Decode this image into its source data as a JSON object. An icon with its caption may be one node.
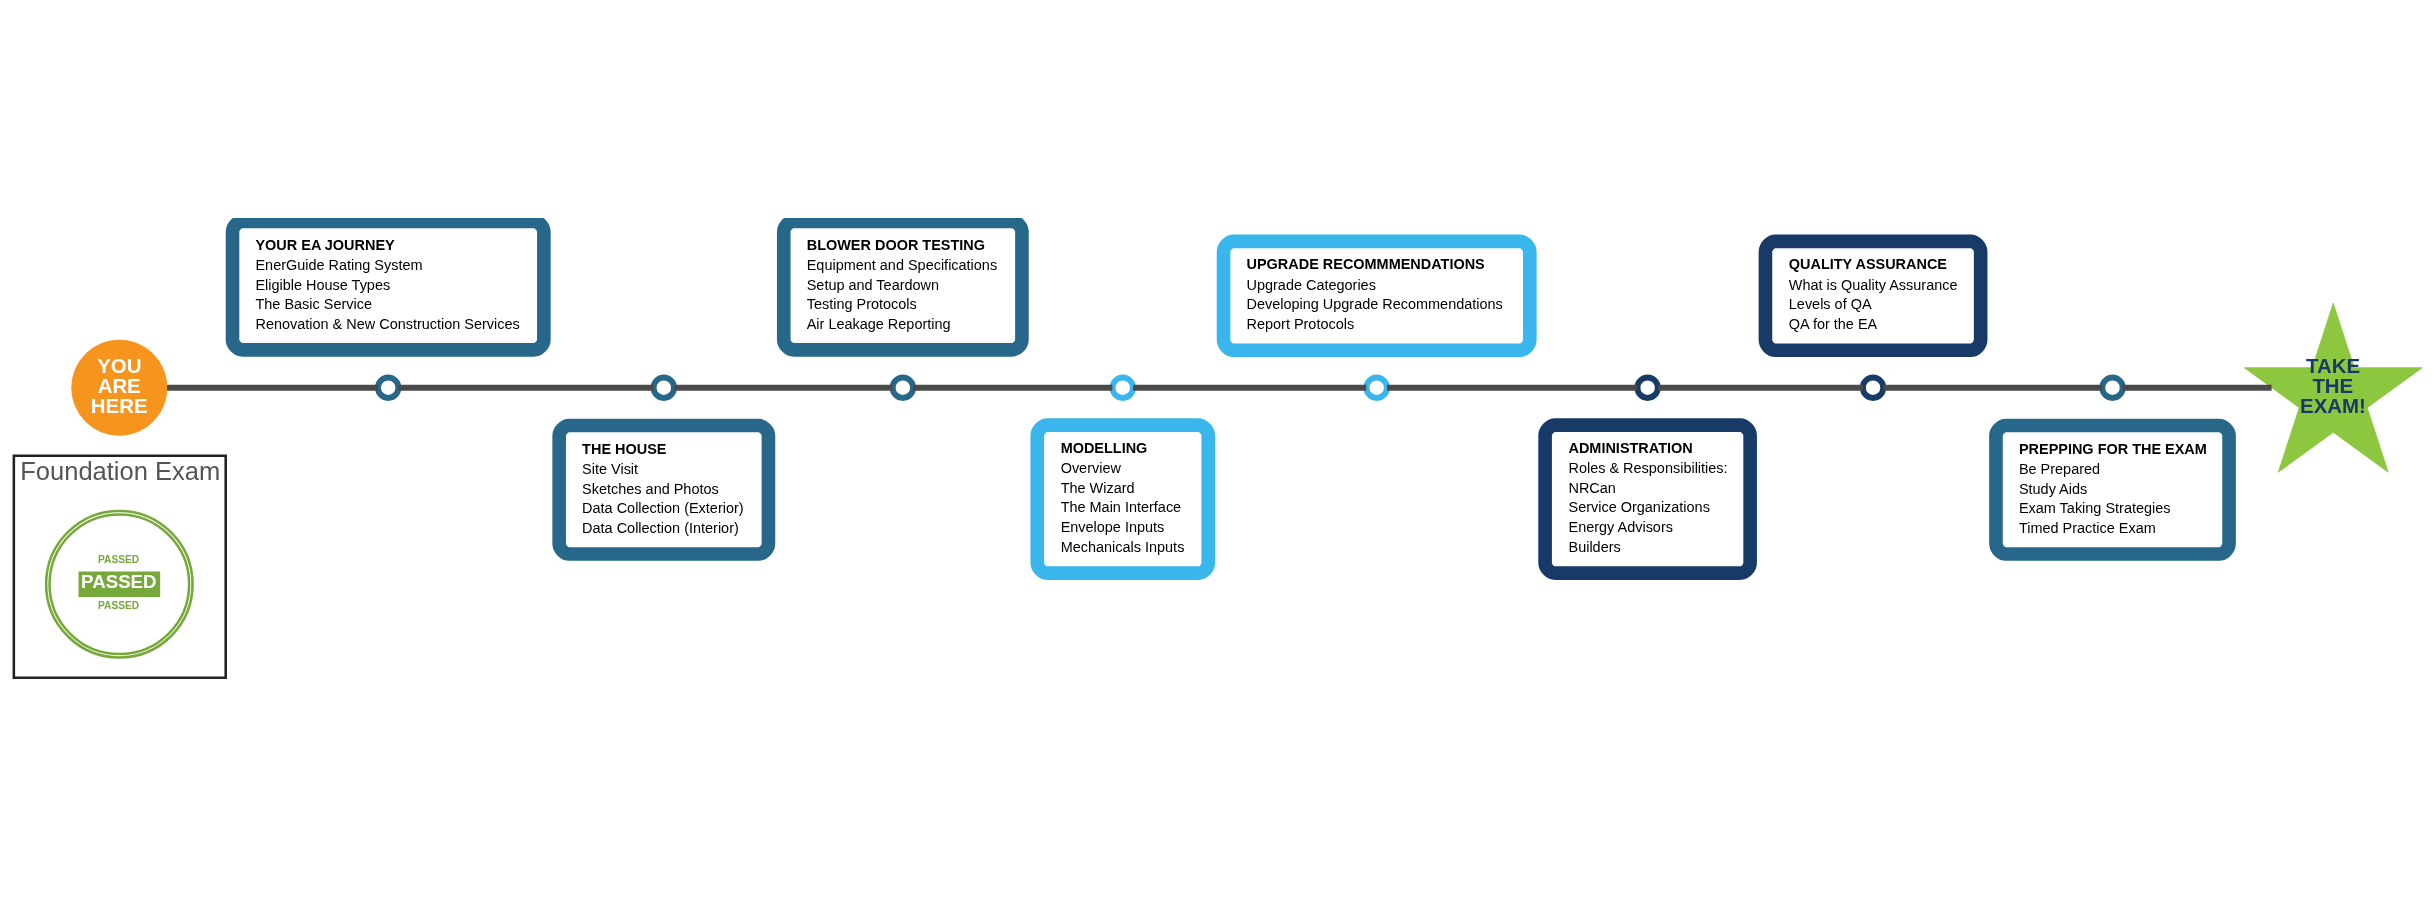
{
  "diagram": {
    "nodes": [
      {
        "text": [
          "YOU ARE HERE"
        ]
      },
      {
        "text": [
          "YOUR EA JOURNEY",
          "EnerGuide Rating System",
          "Eligible House Types",
          "The Basic Service",
          "Renovation & New Construction Services"
        ]
      },
      {
        "text": [],
        "shape": "circle"
      },
      {
        "text": [],
        "shape": "circle"
      },
      {
        "text": [
          "THE HOUSE",
          "Site Visit",
          "Sketches and Photos",
          "Data Collection (Exterior)",
          "Data Collection (Interior)"
        ]
      },
      {
        "text": [
          "BLOWER DOOR TESTING",
          "Equipment and Specifications",
          "Setup and Teardown",
          "Testing Protocols",
          "Air Leakage Reporting"
        ]
      },
      {
        "text": [],
        "shape": "circle"
      },
      {
        "text": [],
        "shape": "circle"
      },
      {
        "text": [
          "MODELLING",
          "Overview",
          "The Wizard",
          "The Main Interface",
          "Envelope Inputs",
          "Mechanicals Inputs"
        ]
      },
      {
        "text": [
          "UPGRADE RECOMMMENDATIONS",
          "Upgrade Categories",
          "Developing Upgrade Recommendations",
          "Report Protocols"
        ]
      },
      {
        "text": [],
        "shape": "circle"
      },
      {
        "text": [],
        "shape": "circle"
      },
      {
        "text": [
          "ADMINISTRATION",
          "Roles & Responsibilities:",
          "NRCan",
          "Service Organizations",
          "Energy Advisors",
          "Builders"
        ]
      },
      {
        "text": [
          "QUALITY ASSURANCE",
          "What is Quality Assurance",
          "Levels of QA",
          "QA for the EA"
        ]
      },
      {
        "text": [],
        "shape": "circle"
      },
      {
        "text": [],
        "shape": "circle"
      },
      {
        "text": [
          "PREPPING FOR THE EXAM",
          "Be Prepared",
          "Study Aids",
          "Exam Taking Strategies",
          "Timed Practice Exam"
        ]
      },
      {
        "text": [
          "TAKE THE EXAM!"
        ]
      },
      {
        "text": [
          "Foundation Exam"
        ]
      },
      {
        "text": [
          "PASSED",
          "PASSED",
          "PASSED"
        ],
        "in": 18
      }
    ],
    "edges": [
      {
        "from": 0,
        "to": 2,
        "arrow": "none"
      },
      {
        "from": 2,
        "to": 3,
        "arrow": "none"
      },
      {
        "from": 3,
        "to": 6,
        "arrow": "none"
      },
      {
        "from": 6,
        "to": 7,
        "arrow": "none"
      },
      {
        "from": 7,
        "to": 10,
        "arrow": "none"
      },
      {
        "from": 10,
        "to": 11,
        "arrow": "none"
      },
      {
        "from": 11,
        "to": 14,
        "arrow": "none"
      },
      {
        "from": 14,
        "to": 15,
        "arrow": "none"
      },
      {
        "from": 15,
        "to": 17,
        "arrow": "none"
      }
    ]
  }
}
